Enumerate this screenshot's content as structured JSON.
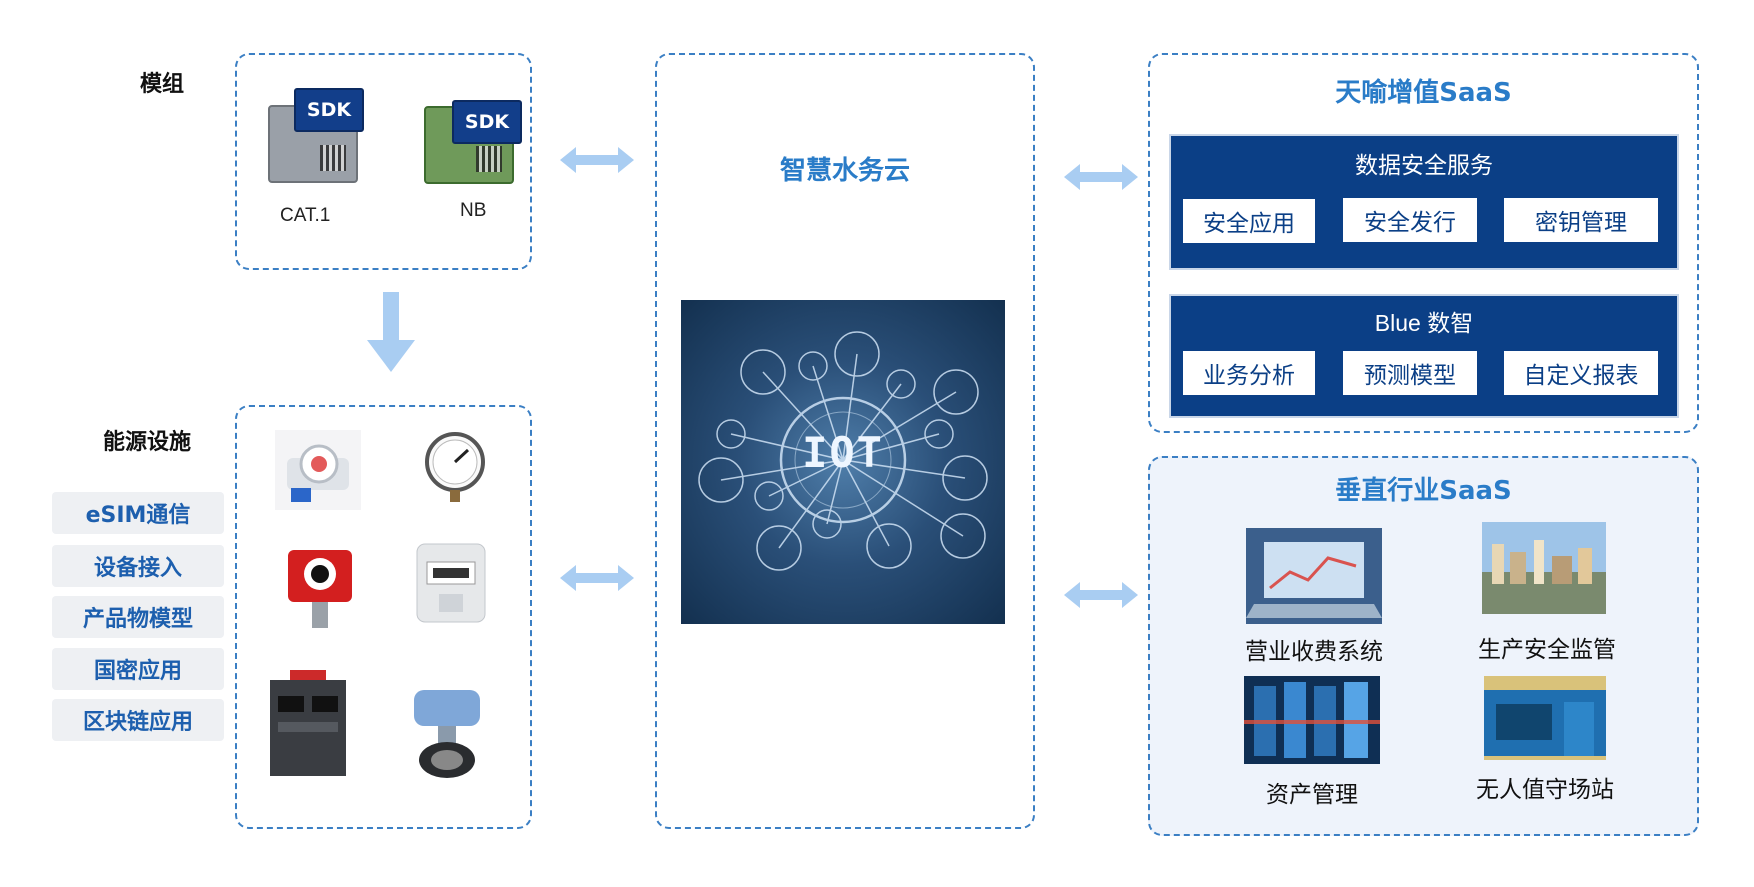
{
  "modules": {
    "label": "模组",
    "chips": [
      {
        "name": "CAT.1",
        "tag": "SDK"
      },
      {
        "name": "NB",
        "tag": "SDK"
      }
    ]
  },
  "energy": {
    "label": "能源设施",
    "side_items": [
      "eSIM通信",
      "设备接入",
      "产品物模型",
      "国密应用",
      "区块链应用"
    ]
  },
  "cloud": {
    "title": "智慧水务云",
    "iot_text": "IOT"
  },
  "saas_value": {
    "title": "天喻增值SaaS",
    "panels": [
      {
        "title": "数据安全服务",
        "items": [
          "安全应用",
          "安全发行",
          "密钥管理"
        ]
      },
      {
        "title": "Blue 数智",
        "items": [
          "业务分析",
          "预测模型",
          "自定义报表"
        ]
      }
    ]
  },
  "saas_vertical": {
    "title": "垂直行业SaaS",
    "tiles": [
      "营业收费系统",
      "生产安全监管",
      "资产管理",
      "无人值守场站"
    ]
  },
  "colors": {
    "accent": "#2a7cc8",
    "dash": "#3b7fc4",
    "navy": "#0b3f86",
    "arrow": "#a9cdf2"
  }
}
